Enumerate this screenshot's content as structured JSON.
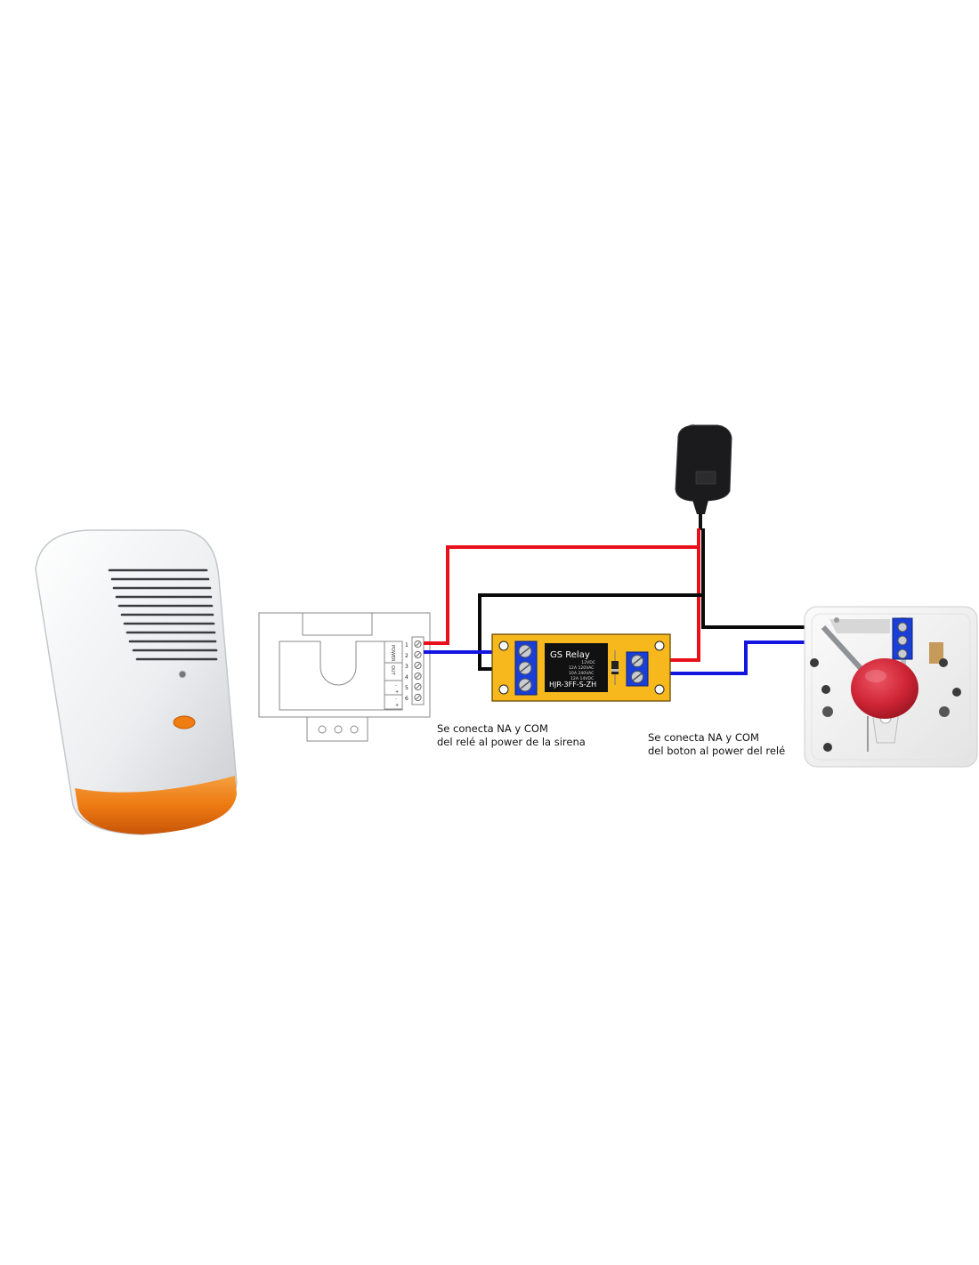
{
  "relay": {
    "brand": "GS Relay",
    "model": "HJR-3FF-S-ZH",
    "ratings": [
      "12VDC",
      "12A 120VAC",
      "10A 240VAC",
      "12A 14VDC"
    ]
  },
  "siren_module": {
    "terminal_labels": [
      "POWER",
      "OUT",
      "-",
      "+",
      "-",
      "+"
    ],
    "terminal_numbers": [
      "1",
      "2",
      "3",
      "4",
      "5",
      "6"
    ]
  },
  "captions": {
    "siren": {
      "line1": "Se conecta NA y COM",
      "line2": "del relé al power de la sirena"
    },
    "button": {
      "line1": "Se conecta NA y COM",
      "line2": "del boton al power del relé"
    }
  },
  "colors": {
    "wire_red": "#e8101a",
    "wire_black": "#0a0a0a",
    "wire_blue": "#1414e0",
    "relay_board": "#f6b81c",
    "terminal_block": "#1a3fd6",
    "button_cap": "#d42a3a",
    "siren_lens": "#f07d12"
  },
  "icons": {
    "siren": "outdoor-siren-icon",
    "adapter": "power-adapter-icon",
    "button": "emergency-button-icon"
  }
}
